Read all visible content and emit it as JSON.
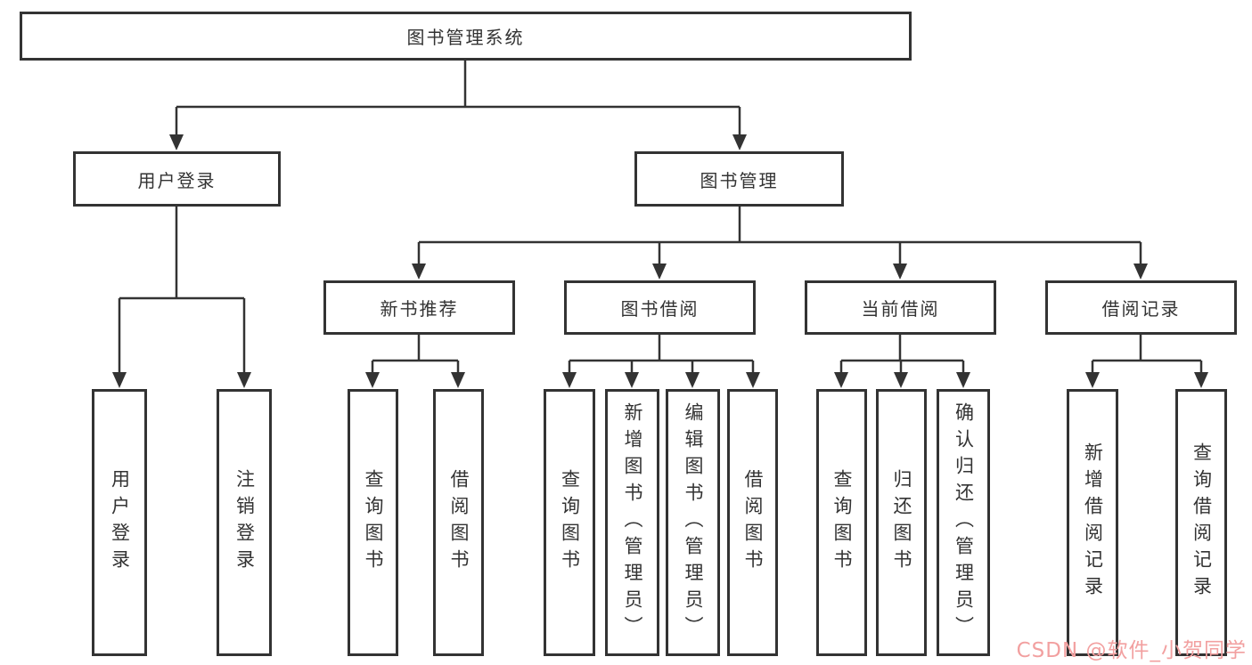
{
  "diagram": {
    "title": "图书管理系统",
    "nodes": {
      "root": "图书管理系统",
      "user_login": "用户登录",
      "book_management": "图书管理",
      "new_book_recommend": "新书推荐",
      "book_borrow": "图书借阅",
      "current_borrow": "当前借阅",
      "borrow_records": "借阅记录",
      "leaf_user_login": "用户登录",
      "leaf_logout": "注销登录",
      "rec_query_book": "查询图书",
      "rec_borrow_book": "借阅图书",
      "bb_query_book": "查询图书",
      "bb_add_book": "新增图书（管理员）",
      "bb_edit_book": "编辑图书（管理员）",
      "bb_borrow_book": "借阅图书",
      "cb_query_book": "查询图书",
      "cb_return_book": "归还图书",
      "cb_confirm_return": "确认归还（管理员）",
      "br_add_record": "新增借阅记录",
      "br_query_record": "查询借阅记录"
    },
    "tree": {
      "图书管理系统": {
        "用户登录": [
          "用户登录",
          "注销登录"
        ],
        "图书管理": {
          "新书推荐": [
            "查询图书",
            "借阅图书"
          ],
          "图书借阅": [
            "查询图书",
            "新增图书（管理员）",
            "编辑图书（管理员）",
            "借阅图书"
          ],
          "当前借阅": [
            "查询图书",
            "归还图书",
            "确认归还（管理员）"
          ],
          "借阅记录": [
            "新增借阅记录",
            "查询借阅记录"
          ]
        }
      }
    }
  },
  "watermark": {
    "text": "CSDN @软件_小贺同学",
    "color": "#f2a0a0"
  },
  "colors": {
    "line": "#333333",
    "box_border": "#333333",
    "text": "#333333",
    "background": "#ffffff"
  }
}
